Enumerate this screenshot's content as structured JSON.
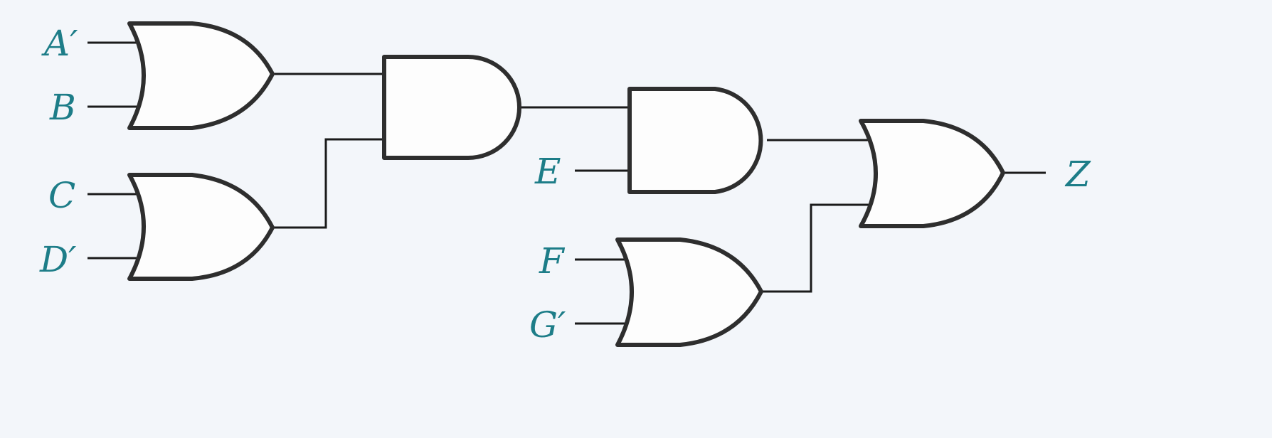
{
  "diagram": {
    "title": "Logic circuit",
    "label_color": "#1d7d88",
    "inputs": [
      "A′",
      "B",
      "C",
      "D′",
      "E",
      "F",
      "G′"
    ],
    "output": "Z",
    "gates": [
      {
        "id": "or1",
        "type": "OR",
        "inputs": [
          "A′",
          "B"
        ]
      },
      {
        "id": "or2",
        "type": "OR",
        "inputs": [
          "C",
          "D′"
        ]
      },
      {
        "id": "and1",
        "type": "AND",
        "inputs": [
          "or1",
          "or2"
        ]
      },
      {
        "id": "and2",
        "type": "AND",
        "inputs": [
          "and1",
          "E"
        ]
      },
      {
        "id": "or4",
        "type": "OR",
        "inputs": [
          "F",
          "G′"
        ]
      },
      {
        "id": "or3",
        "type": "OR",
        "inputs": [
          "and2",
          "or4"
        ],
        "output": "Z"
      }
    ]
  }
}
